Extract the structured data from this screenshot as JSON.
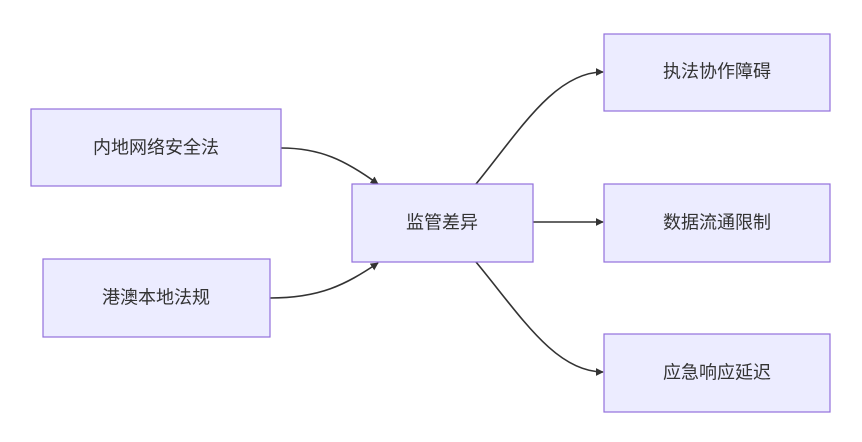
{
  "diagram": {
    "type": "flowchart",
    "direction": "LR",
    "colors": {
      "node_fill": "#ececff",
      "node_stroke": "#9370db",
      "edge": "#333333",
      "text": "#333333"
    },
    "nodes": {
      "mainland": {
        "label": "内地网络安全法"
      },
      "hkmacau": {
        "label": "港澳本地法规"
      },
      "diff": {
        "label": "监管差异"
      },
      "enforce": {
        "label": "执法协作障碍"
      },
      "dataflow": {
        "label": "数据流通限制"
      },
      "response": {
        "label": "应急响应延迟"
      }
    },
    "edges": [
      {
        "from": "mainland",
        "to": "diff"
      },
      {
        "from": "hkmacau",
        "to": "diff"
      },
      {
        "from": "diff",
        "to": "enforce"
      },
      {
        "from": "diff",
        "to": "dataflow"
      },
      {
        "from": "diff",
        "to": "response"
      }
    ]
  }
}
